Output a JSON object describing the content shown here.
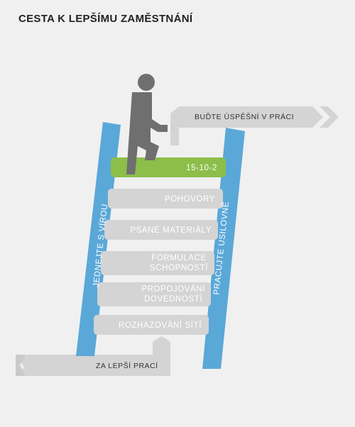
{
  "title": "CESTA K LEPŠÍMU ZAMĚSTNÁNÍ",
  "colors": {
    "background": "#f0f0f0",
    "rail": "#5aa8d8",
    "step": "#d4d4d4",
    "step_highlight": "#8dbe4a",
    "figure": "#6f6f6f",
    "arrow": "#d4d4d4"
  },
  "top_banner": "BUĎTE ÚSPĚŠNÍ V PRÁCI",
  "bottom_banner": "ZA LEPŠÍ PRACÍ",
  "left_rail": "JEDNEJTE S VÍROU",
  "right_rail": "PRACUJTE USILOVNĚ",
  "steps": [
    {
      "label": "15-10-2",
      "highlight": true
    },
    {
      "label": "POHOVORY",
      "highlight": false
    },
    {
      "label": "PSANÉ MATERIÁLY",
      "highlight": false
    },
    {
      "label": "FORMULACE\nSCHOPNOSTÍ",
      "highlight": false
    },
    {
      "label": "PROPOJOVÁNÍ\nDOVEDNOSTÍ",
      "highlight": false
    },
    {
      "label": "ROZHAZOVÁNÍ SÍTÍ",
      "highlight": false
    }
  ]
}
